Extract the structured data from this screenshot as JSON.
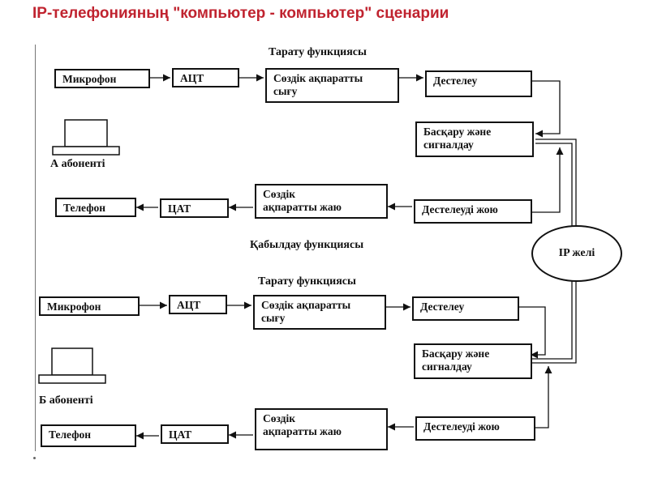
{
  "title": "IP-телефонияның \"компьютер - компьютер\" сценарии",
  "network": "IP желі",
  "subscriber_a": {
    "label": "А абоненті",
    "transmit_label": "Тарату функциясы",
    "receive_label": "Қабылдау функциясы",
    "microphone": "Микрофон",
    "adc": "АЦТ",
    "speech_out": "Сөздік ақпаратты\nсығу",
    "packetize": "Дестелеу",
    "control": "Басқару және\nсигналдау",
    "phone": "Телефон",
    "dac": "ЦАТ",
    "speech_in": "Сөздік\nақпаратты жаю",
    "depacketize": "Дестелеуді жою"
  },
  "subscriber_b": {
    "label": "Б абоненті",
    "transmit_label": "Тарату функциясы",
    "microphone": "Микрофон",
    "adc": "АЦТ",
    "speech_out": "Сөздік ақпаратты\nсығу",
    "packetize": "Дестелеу",
    "control": "Басқару және\nсигналдау",
    "phone": "Телефон",
    "dac": "ЦАТ",
    "speech_in": "Сөздік\nақпаратты жаю",
    "depacketize": "Дестелеуді жою"
  }
}
